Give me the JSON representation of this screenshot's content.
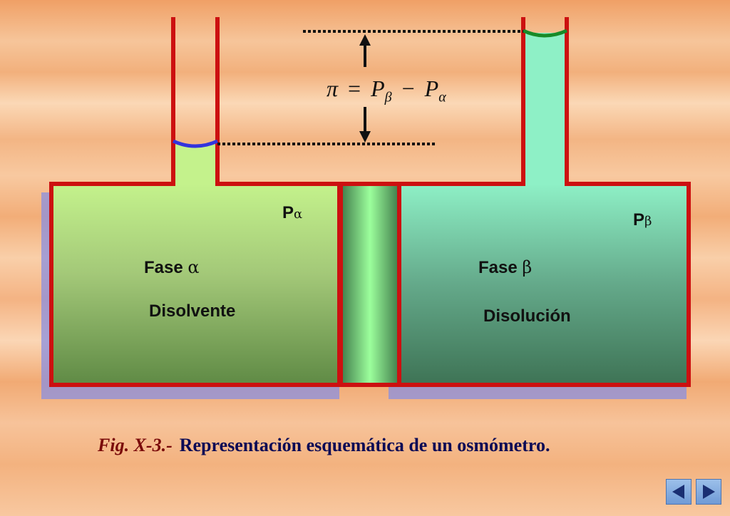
{
  "labels": {
    "p_alpha": "P",
    "p_alpha_sub": "α",
    "p_beta": "P",
    "p_beta_sub": "β",
    "fase_alpha": "Fase",
    "fase_alpha_sym": "α",
    "fase_beta": "Fase",
    "fase_beta_sym": "β",
    "disolvente": "Disolvente",
    "disolucion": "Disolución"
  },
  "formula": {
    "pi": "π",
    "eq": "=",
    "p1": "P",
    "p1_sub": "β",
    "minus": "−",
    "p2": "P",
    "p2_sub": "α"
  },
  "caption": {
    "fig": "Fig. X-3.-",
    "text": "Representación esquemática de un osmómetro."
  },
  "nav": {
    "prev_icon": "triangle-left-icon",
    "next_icon": "triangle-right-icon"
  },
  "colors": {
    "wall": "#cc1010",
    "solvent": "#c4f28c",
    "solution": "#8ef0c6",
    "meniscus_alpha": "#3333dd",
    "meniscus_beta": "#188a28"
  }
}
